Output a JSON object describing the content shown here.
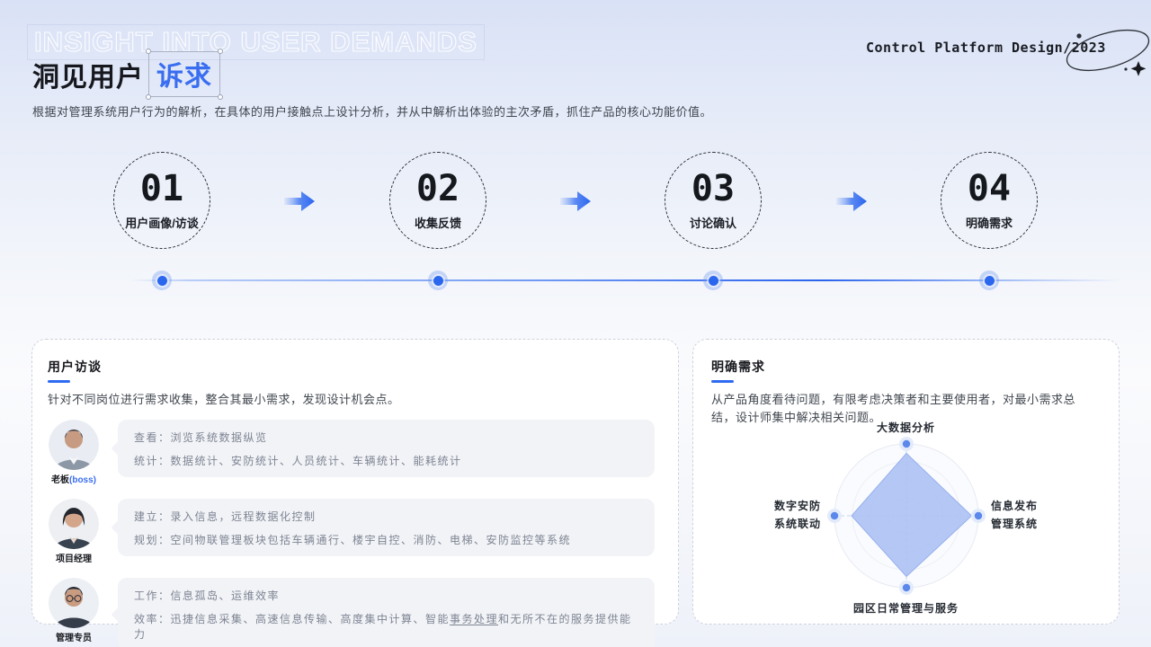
{
  "header": {
    "ghost_title": "INSIGHT INTO USER DEMANDS",
    "title_prefix": "洞见用户",
    "title_highlight": "诉求",
    "brand_prefix": "Control Platform Design/",
    "brand_year": "2023",
    "subtitle": "根据对管理系统用户行为的解析，在具体的用户接触点上设计分析，并从中解析出体验的主次矛盾，抓住产品的核心功能价值。"
  },
  "process": {
    "steps": [
      {
        "number": "01",
        "label": "用户画像/访谈"
      },
      {
        "number": "02",
        "label": "收集反馈"
      },
      {
        "number": "03",
        "label": "讨论确认"
      },
      {
        "number": "04",
        "label": "明确需求"
      }
    ]
  },
  "interview_card": {
    "title": "用户访谈",
    "description": "针对不同岗位进行需求收集，整合其最小需求，发现设计机会点。",
    "rows": [
      {
        "role": "老板",
        "role_suffix": "(boss)",
        "line1": "查看：浏览系统数据纵览",
        "line2_prefix": "统计：数据统计、安防统计、人员统计、车辆统计、能耗统计",
        "line2_underline": "",
        "line2_suffix": ""
      },
      {
        "role": "项目经理",
        "role_suffix": "",
        "line1": "建立：录入信息，远程数据化控制",
        "line2_prefix": "规划：空间物联管理板块包括车辆通行、楼宇自控、消防、电梯、安防监控等系统",
        "line2_underline": "",
        "line2_suffix": ""
      },
      {
        "role": "管理专员",
        "role_suffix": "",
        "line1": "工作：信息孤岛、运维效率",
        "line2_prefix": "效率：迅捷信息采集、高速信息传输、高度集中计算、智能",
        "line2_underline": "事务处理",
        "line2_suffix": "和无所不在的服务提供能力"
      }
    ]
  },
  "demand_card": {
    "title": "明确需求",
    "description": "从产品角度看待问题，有限考虑决策者和主要使用者，对最小需求总结，设计师集中解决相关问题。"
  },
  "chart_data": {
    "type": "radar",
    "axes": [
      "大数据分析",
      "信息发布管理系统",
      "园区日常管理与服务",
      "数字安防系统联动"
    ],
    "values": [
      0.87,
      0.91,
      0.84,
      0.76
    ],
    "max": 1,
    "rings": 4,
    "grid": "circular, dashed cross axes",
    "legend_position": "none",
    "axis_labels": {
      "top": "大数据分析",
      "right": [
        "信息发布",
        "管理系统"
      ],
      "bottom": "园区日常管理与服务",
      "left": [
        "数字安防",
        "系统联动"
      ]
    }
  },
  "icons": {
    "arrow_right_icon": "blue gradient right arrow",
    "orbit_icon": "hand-drawn ellipse orbit around year",
    "sparkle_icon": "four-point star",
    "timeline_dot_icon": "blue dot with halo",
    "avatar_boss_icon": "man in gray suit photo",
    "avatar_manager_icon": "woman in dark blazer photo",
    "avatar_specialist_icon": "man with glasses photo"
  },
  "colors": {
    "accent_blue": "#2f6bf0",
    "highlight_text": "#3a6ef0",
    "diamond_fill": "#adc1f3",
    "radar_dot": "#5c88ec",
    "bubble_bg": "#f2f3f7",
    "card_border": "#cdd2dd",
    "bg_top": "#d9e1f6"
  }
}
